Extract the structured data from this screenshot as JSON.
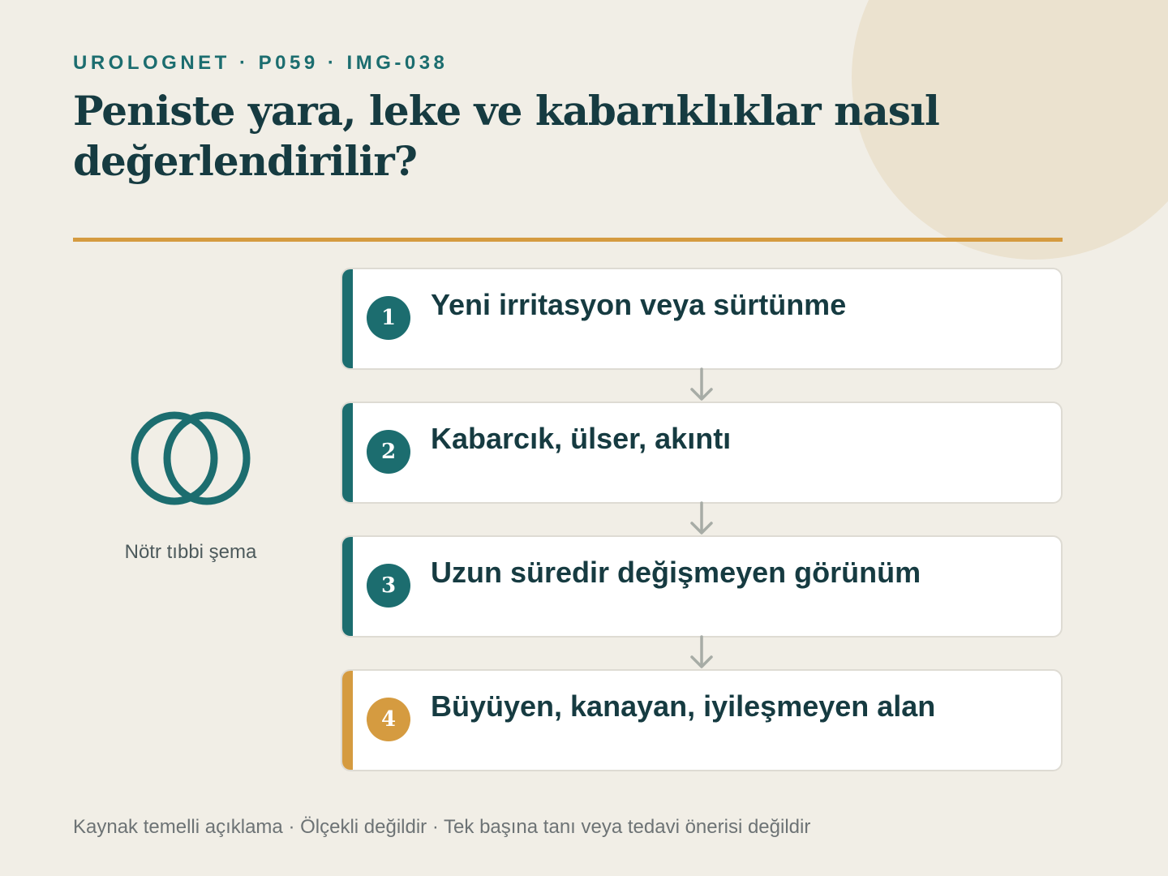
{
  "header": {
    "eyebrow": "UROLOGNET · P059 · IMG-038",
    "title": "Peniste yara, leke ve kabarıklıklar nasıl değerlendirilir?"
  },
  "symbol": {
    "icon": "interlinked-rings-icon",
    "caption": "Nötr tıbbi şema"
  },
  "steps": [
    {
      "number": "1",
      "label": "Yeni irritasyon veya sürtünme",
      "color": "#1c6d6f"
    },
    {
      "number": "2",
      "label": "Kabarcık, ülser, akıntı",
      "color": "#1c6d6f"
    },
    {
      "number": "3",
      "label": "Uzun süredir değişmeyen görünüm",
      "color": "#1c6d6f"
    },
    {
      "number": "4",
      "label": "Büyüyen, kanayan, iyileşmeyen alan",
      "color": "#d59b40"
    }
  ],
  "footer": "Kaynak temelli açıklama · Ölçekli değildir · Tek başına tanı veya tedavi önerisi değildir",
  "colors": {
    "background": "#f1eee6",
    "primary": "#1c6d6f",
    "accent": "#d59b40",
    "heading": "#163b41"
  }
}
